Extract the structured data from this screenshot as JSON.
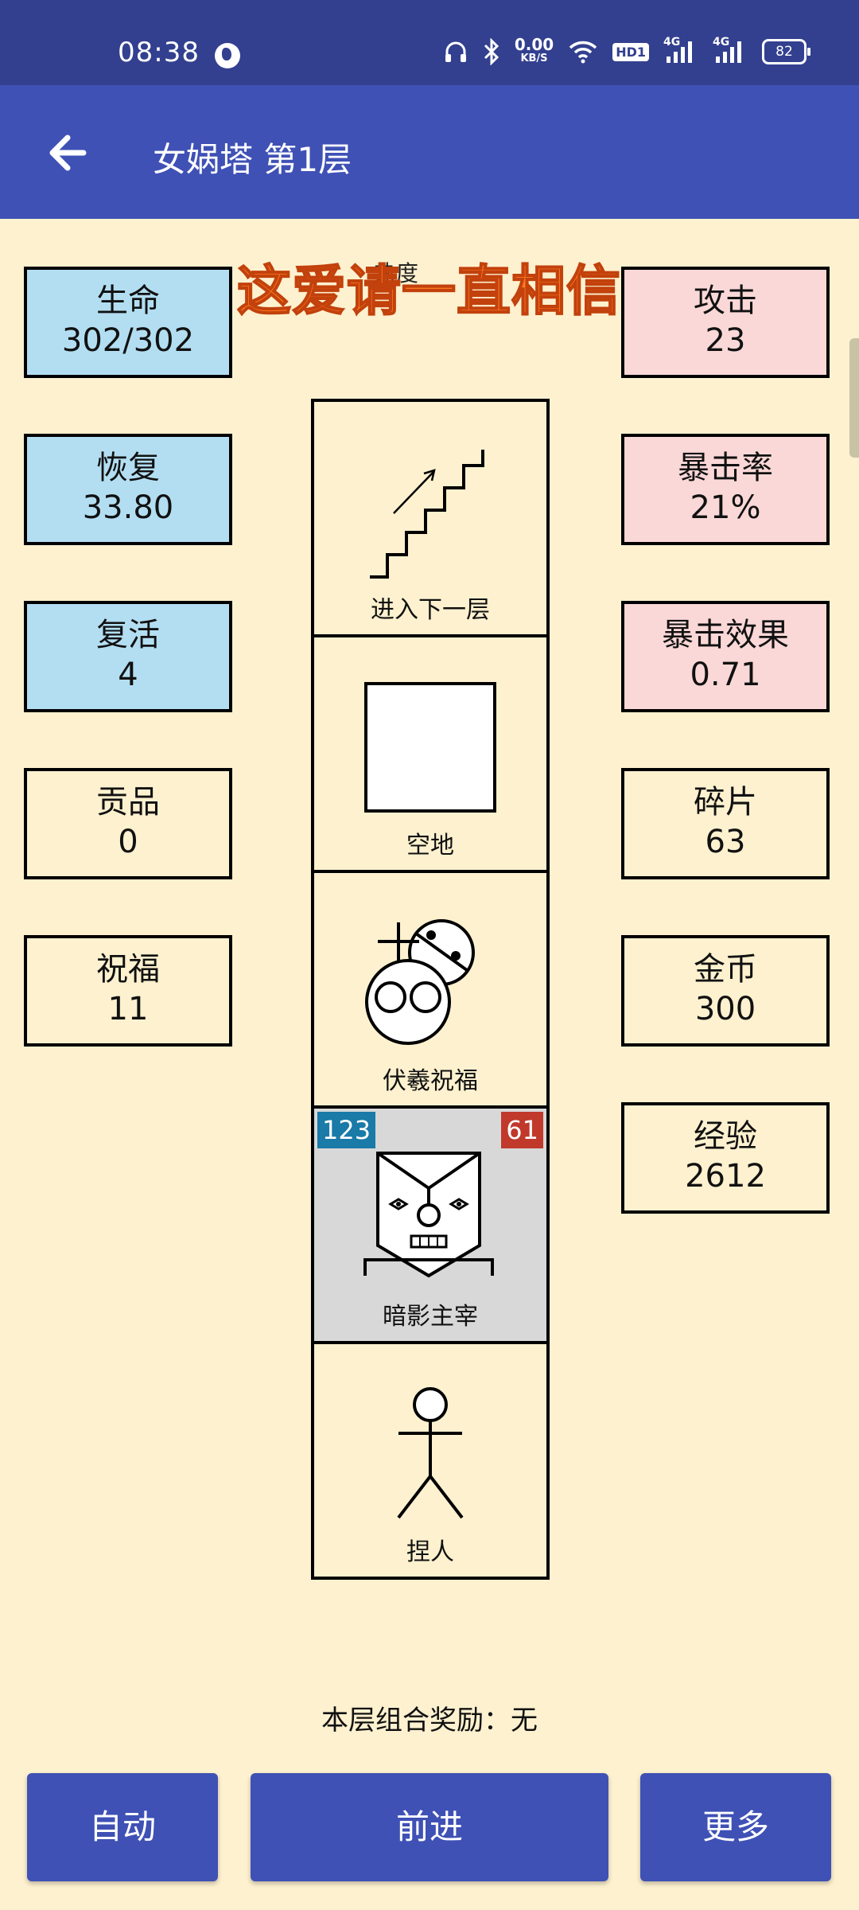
{
  "status": {
    "time": "08:38",
    "net_speed_value": "0.00",
    "net_speed_unit": "KB/S",
    "hd": "HD1",
    "net1": "4G",
    "net2": "4G",
    "battery": "82",
    "icons": [
      "globe-icon",
      "headphones-icon",
      "bluetooth-icon",
      "wifi-icon",
      "signal-icon",
      "battery-icon"
    ]
  },
  "appbar": {
    "title": "女娲塔 第1层",
    "back_icon": "arrow-left-icon"
  },
  "overlay": {
    "heat_label": "热度",
    "banner": "这爱请一直相信"
  },
  "stats_left": [
    {
      "label": "生命",
      "value": "302/302",
      "color": "#b3def2"
    },
    {
      "label": "恢复",
      "value": "33.80",
      "color": "#b3def2"
    },
    {
      "label": "复活",
      "value": "4",
      "color": "#b3def2"
    },
    {
      "label": "贡品",
      "value": "0"
    },
    {
      "label": "祝福",
      "value": "11"
    }
  ],
  "stats_right": [
    {
      "label": "攻击",
      "value": "23",
      "color": "#f9d8d7"
    },
    {
      "label": "暴击率",
      "value": "21%",
      "color": "#f9d8d7"
    },
    {
      "label": "暴击效果",
      "value": "0.71",
      "color": "#f9d8d7"
    },
    {
      "label": "碎片",
      "value": "63"
    },
    {
      "label": "金币",
      "value": "300"
    },
    {
      "label": "经验",
      "value": "2612"
    }
  ],
  "tower": [
    {
      "label": "进入下一层",
      "icon": "stairs-icon"
    },
    {
      "label": "空地",
      "icon": "empty-square-icon"
    },
    {
      "label": "伏羲祝福",
      "icon": "blessing-icon"
    },
    {
      "label": "暗影主宰",
      "icon": "shadow-lord-icon",
      "hp": "123",
      "atk": "61"
    },
    {
      "label": "捏人",
      "icon": "stick-figure-icon"
    }
  ],
  "reward": "本层组合奖励：无",
  "buttons": {
    "auto": "自动",
    "forward": "前进",
    "more": "更多"
  }
}
